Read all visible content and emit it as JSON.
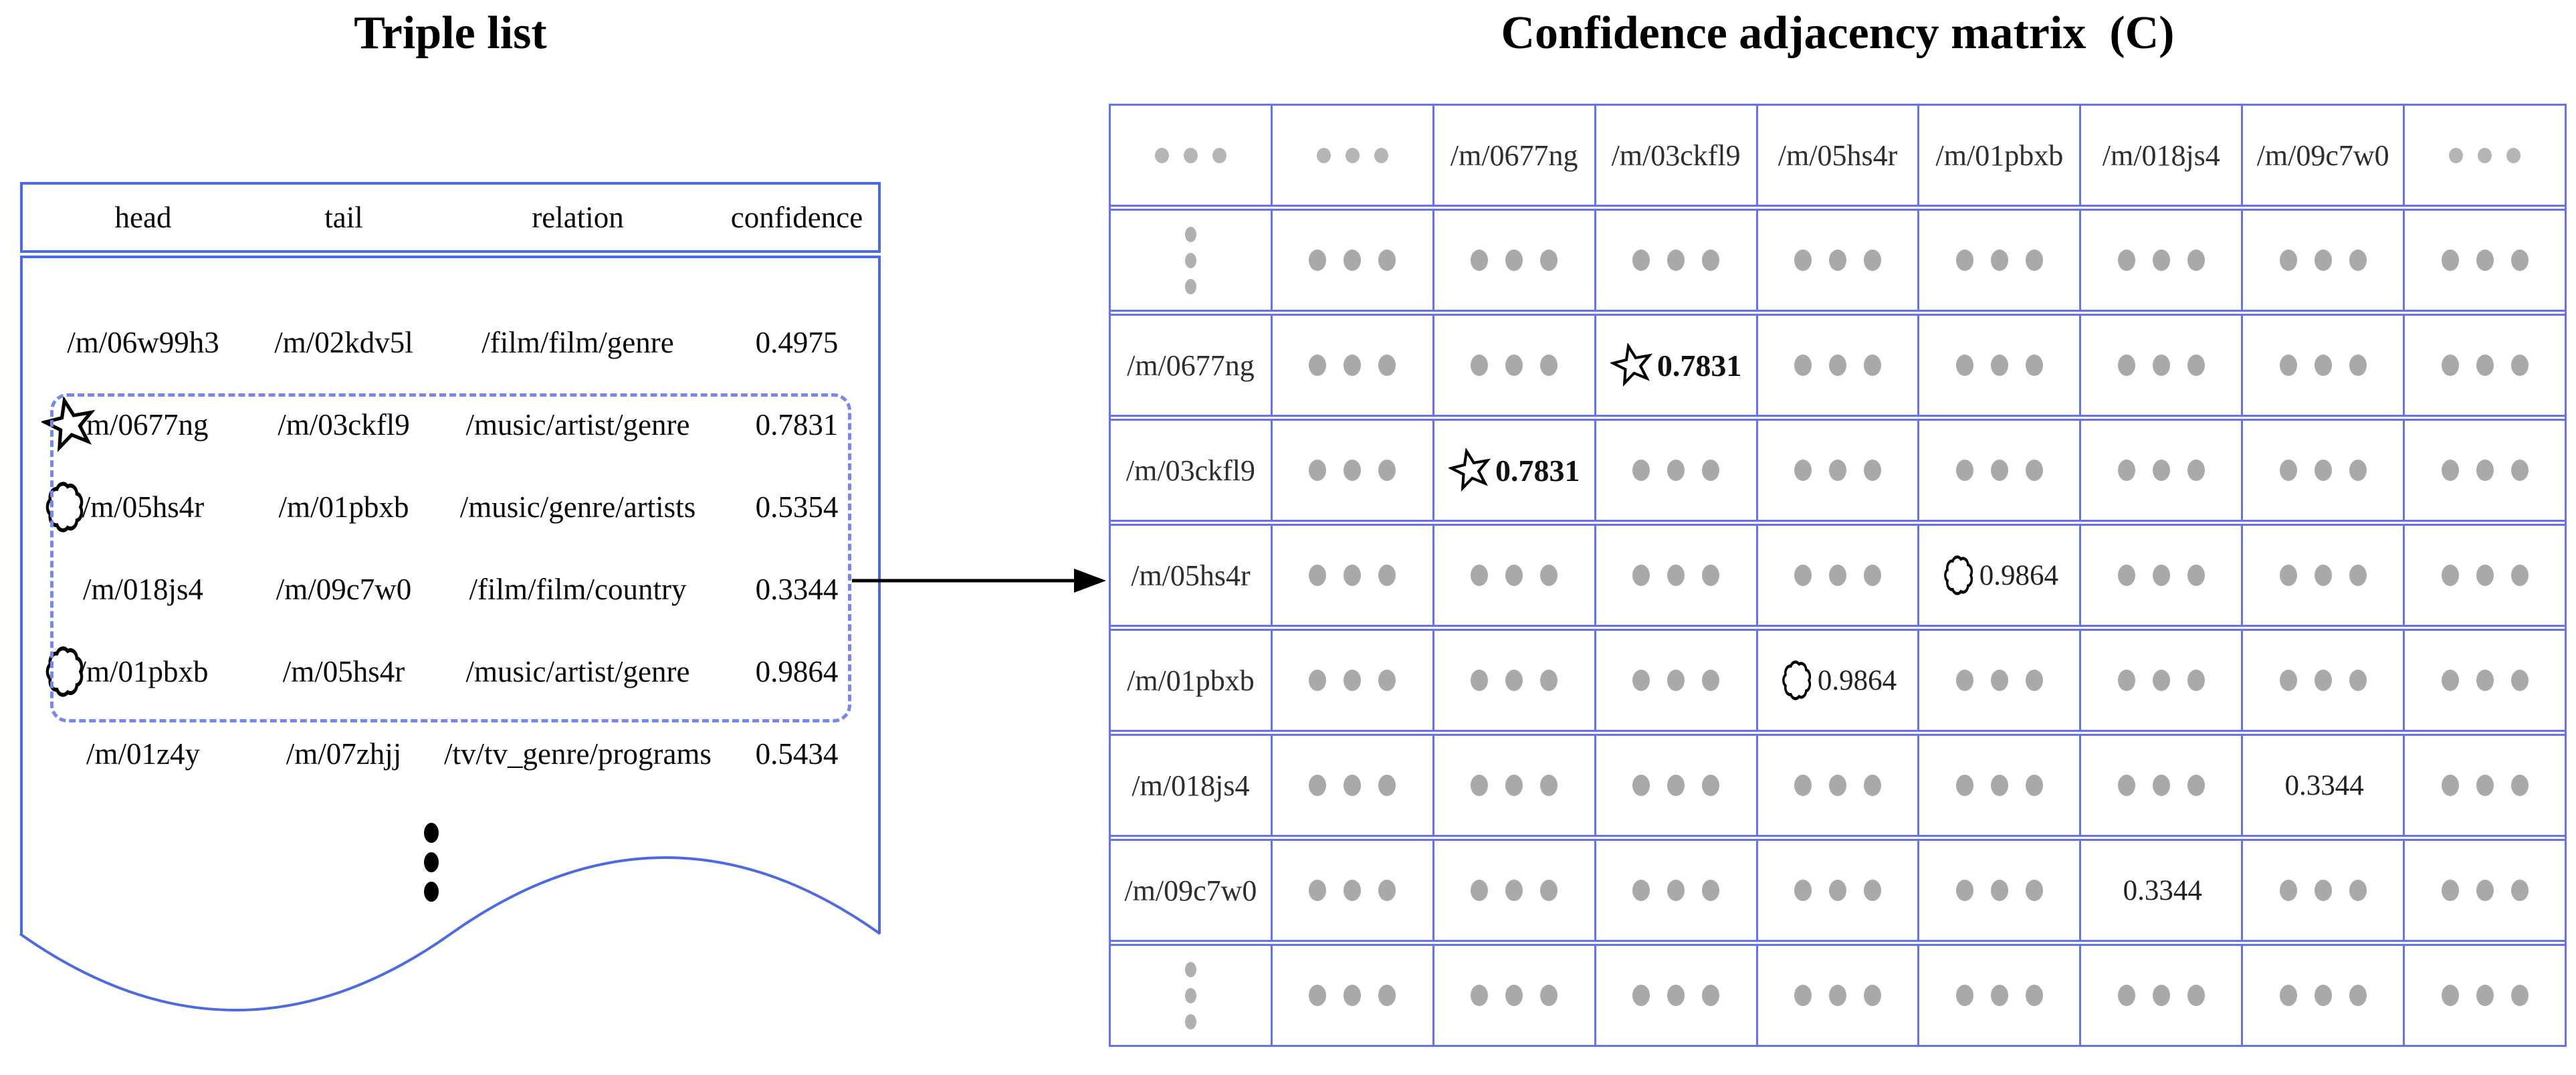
{
  "colors": {
    "panel_border": "#4d6be0",
    "dashed_border": "#7b86ea",
    "matrix_border": "#6673e6",
    "gray_dot": "#a9a9a9",
    "arrow": "#000000",
    "text": "#0a0a0a"
  },
  "left_panel": {
    "title": "Triple list",
    "columns": [
      "head",
      "tail",
      "relation",
      "confidence"
    ],
    "rows": [
      {
        "icon": "none",
        "head": "/m/06w99h3",
        "tail": "/m/02kdv5l",
        "relation": "/film/film/genre",
        "confidence": "0.4975"
      },
      {
        "icon": "star",
        "head": "/m/0677ng",
        "tail": "/m/03ckfl9",
        "relation": "/music/artist/genre",
        "confidence": "0.7831"
      },
      {
        "icon": "cloud",
        "head": "/m/05hs4r",
        "tail": "/m/01pbxb",
        "relation": "/music/genre/artists",
        "confidence": "0.5354"
      },
      {
        "icon": "none",
        "head": "/m/018js4",
        "tail": "/m/09c7w0",
        "relation": "/film/film/country",
        "confidence": "0.3344"
      },
      {
        "icon": "cloud",
        "head": "/m/01pbxb",
        "tail": "/m/05hs4r",
        "relation": "/music/artist/genre",
        "confidence": "0.9864"
      },
      {
        "icon": "none",
        "head": "/m/01z4y",
        "tail": "/m/07zhjj",
        "relation": "/tv/tv_genre/programs",
        "confidence": "0.5434"
      }
    ],
    "highlighted_row_range": [
      1,
      4
    ],
    "ellipsis": "⋮"
  },
  "matrix_panel": {
    "title": "Confidence adjacency matrix  (C)",
    "entities": [
      "/m/0677ng",
      "/m/03ckfl9",
      "/m/05hs4r",
      "/m/01pbxb",
      "/m/018js4",
      "/m/09c7w0"
    ],
    "corner_ellipsis": "...",
    "row_ellipsis": "⋮",
    "cells": [
      {
        "row": "/m/0677ng",
        "col": "/m/03ckfl9",
        "icon": "star",
        "value": "0.7831",
        "bold": true
      },
      {
        "row": "/m/03ckfl9",
        "col": "/m/0677ng",
        "icon": "star",
        "value": "0.7831",
        "bold": true
      },
      {
        "row": "/m/05hs4r",
        "col": "/m/01pbxb",
        "icon": "cloud",
        "value": "0.9864",
        "bold": false
      },
      {
        "row": "/m/01pbxb",
        "col": "/m/05hs4r",
        "icon": "cloud",
        "value": "0.9864",
        "bold": false
      },
      {
        "row": "/m/018js4",
        "col": "/m/09c7w0",
        "icon": "none",
        "value": "0.3344",
        "bold": false
      },
      {
        "row": "/m/09c7w0",
        "col": "/m/018js4",
        "icon": "none",
        "value": "0.3344",
        "bold": false
      }
    ]
  }
}
